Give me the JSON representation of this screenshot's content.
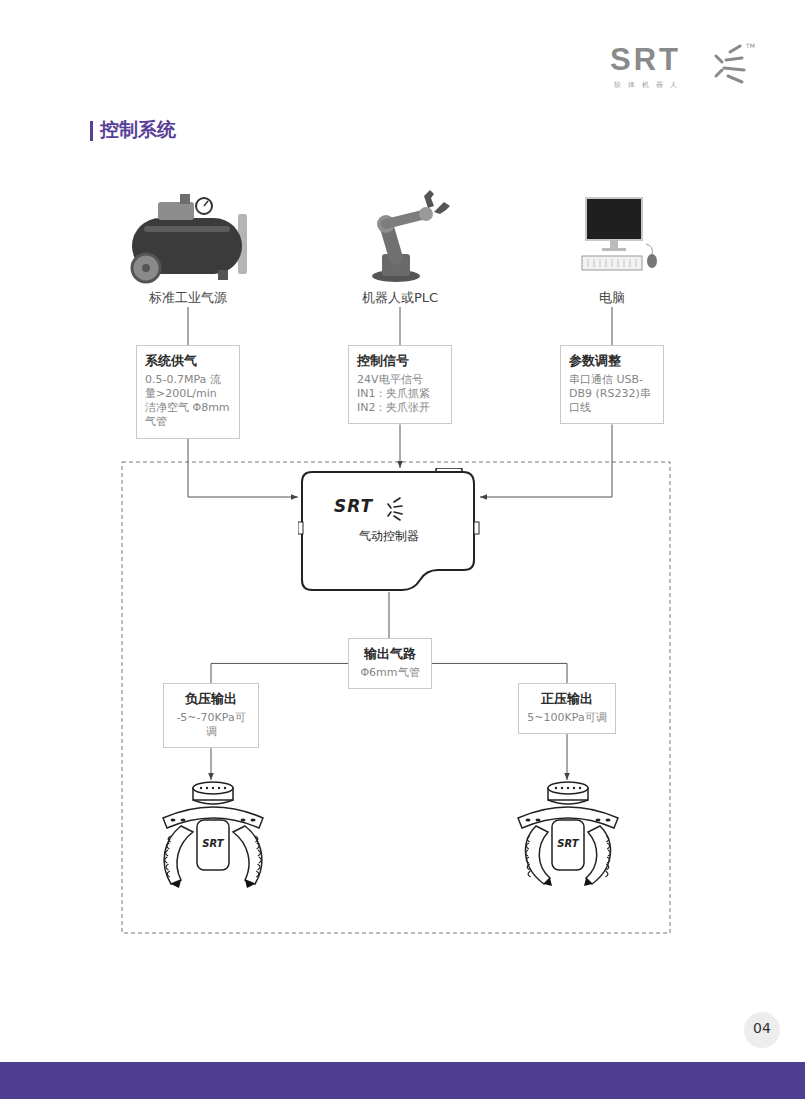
{
  "diagram": {
    "title": "控制系统",
    "nodes": [
      {
        "text": [
          "标准工业气源"
        ]
      },
      {
        "text": [
          "机器人或PLC"
        ]
      },
      {
        "text": [
          "电脑"
        ]
      },
      {
        "text": [
          "系统供气",
          "0.5-0.7MPa 流量>200L/min 洁净空气 Φ8mm气管"
        ]
      },
      {
        "text": [
          "控制信号",
          "24V电平信号 IN1：夹爪抓紧 IN2：夹爪张开"
        ]
      },
      {
        "text": [
          "参数调整",
          "串口通信 USB-DB9 (RS232)串口线"
        ]
      },
      {
        "text": [
          "SRT",
          "气动控制器"
        ]
      },
      {
        "text": [
          "输出气路",
          "Φ6mm气管"
        ]
      },
      {
        "text": [
          "负压输出",
          "-5~-70KPa可调"
        ]
      },
      {
        "text": [
          "正压输出",
          "5~100KPa可调"
        ]
      },
      {
        "text": [
          "SRT"
        ]
      },
      {
        "text": [
          "SRT"
        ]
      }
    ],
    "edges": [
      {
        "from": 0,
        "to": 3,
        "arrow": "none"
      },
      {
        "from": 1,
        "to": 4,
        "arrow": "none"
      },
      {
        "from": 2,
        "to": 5,
        "arrow": "none"
      },
      {
        "from": 3,
        "to": 6,
        "arrow": "to"
      },
      {
        "from": 4,
        "to": 6,
        "arrow": "to"
      },
      {
        "from": 5,
        "to": 6,
        "arrow": "to"
      },
      {
        "from": 6,
        "to": 7,
        "arrow": "none"
      },
      {
        "from": 7,
        "to": 8,
        "arrow": "none"
      },
      {
        "from": 7,
        "to": 9,
        "arrow": "none"
      },
      {
        "from": 8,
        "to": 10,
        "arrow": "to"
      },
      {
        "from": 9,
        "to": 11,
        "arrow": "to"
      }
    ],
    "labels": [
      "SRT",
      "软体机器人",
      "TM",
      "04"
    ]
  }
}
